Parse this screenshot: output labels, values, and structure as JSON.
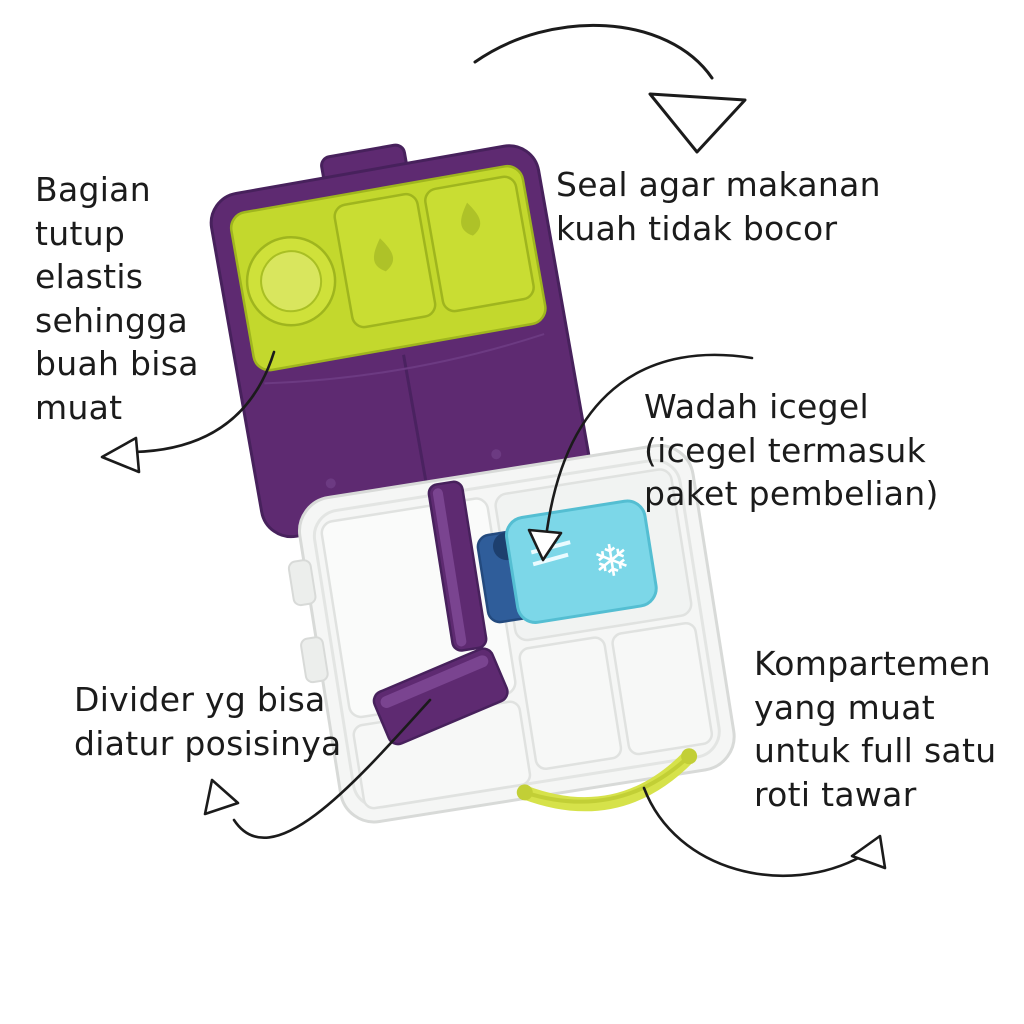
{
  "annotations": {
    "lid": {
      "text": "Bagian\ntutup\nelastis\nsehingga\nbuah bisa\nmuat"
    },
    "seal": {
      "text": "Seal agar makanan\nkuah tidak bocor"
    },
    "icegel": {
      "text": "Wadah icegel\n(icegel termasuk\npaket pembelian)"
    },
    "divider": {
      "text": "Divider yg bisa\ndiatur posisinya"
    },
    "compartment": {
      "text": "Kompartemen\nyang muat\nuntuk full satu\nroti tawar"
    }
  },
  "illustration": {
    "subject": "open bento lunchbox with purple lid, lime seal tray, clear base, icegel pack and yellow latch",
    "colors": {
      "purple": "#5e2a71",
      "purple_dark": "#47215c",
      "lime": "#c3d82d",
      "lime_light": "#cfe13a",
      "lime_line": "#9fb51e",
      "base_fill": "#f5f6f5",
      "base_line": "#d8dad8",
      "icegel": "#7cd7e8",
      "icegel_line": "#54bed2",
      "bottle_blue": "#2f5d9a",
      "handle_yellow": "#d6e24a",
      "ink": "#1b1b1b"
    },
    "icons": {
      "snowflake": "❄"
    }
  }
}
